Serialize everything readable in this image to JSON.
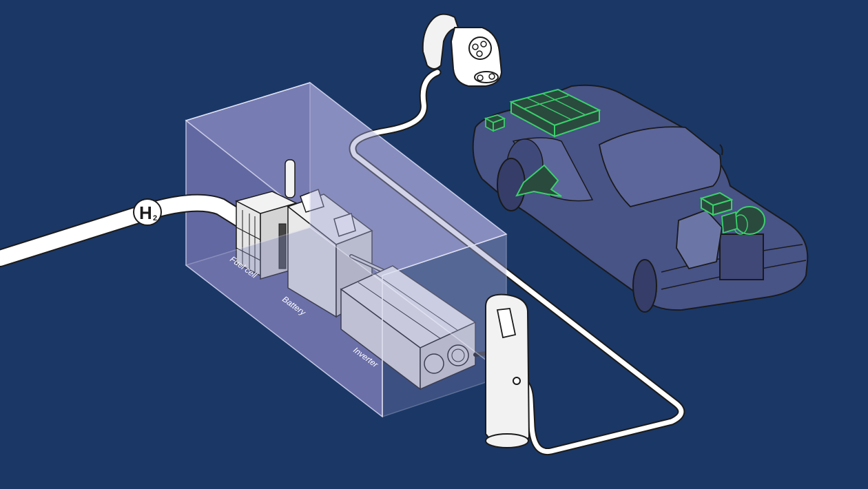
{
  "colors": {
    "background": "#1a3766",
    "container": "#8f93c4",
    "line": "#1a1a1a",
    "highlight_green": "#3ad16a",
    "pipe": "#ffffff"
  },
  "pipe_badge": {
    "main": "H",
    "sub": "2"
  },
  "labels": {
    "fuel_cell": "Fuel cell",
    "battery": "Battery",
    "inverter": "Inverter"
  }
}
